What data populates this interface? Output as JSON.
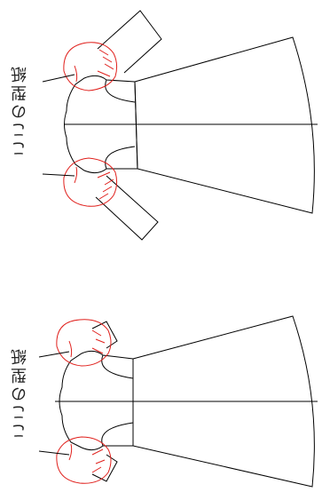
{
  "figures": {
    "top": {
      "label": "ここの型紙",
      "sleeve": "long"
    },
    "bottom": {
      "label": "ここの型紙",
      "sleeve": "short"
    }
  },
  "colors": {
    "outline": "#000000",
    "highlight": "#e0201c",
    "text": "#222222"
  }
}
